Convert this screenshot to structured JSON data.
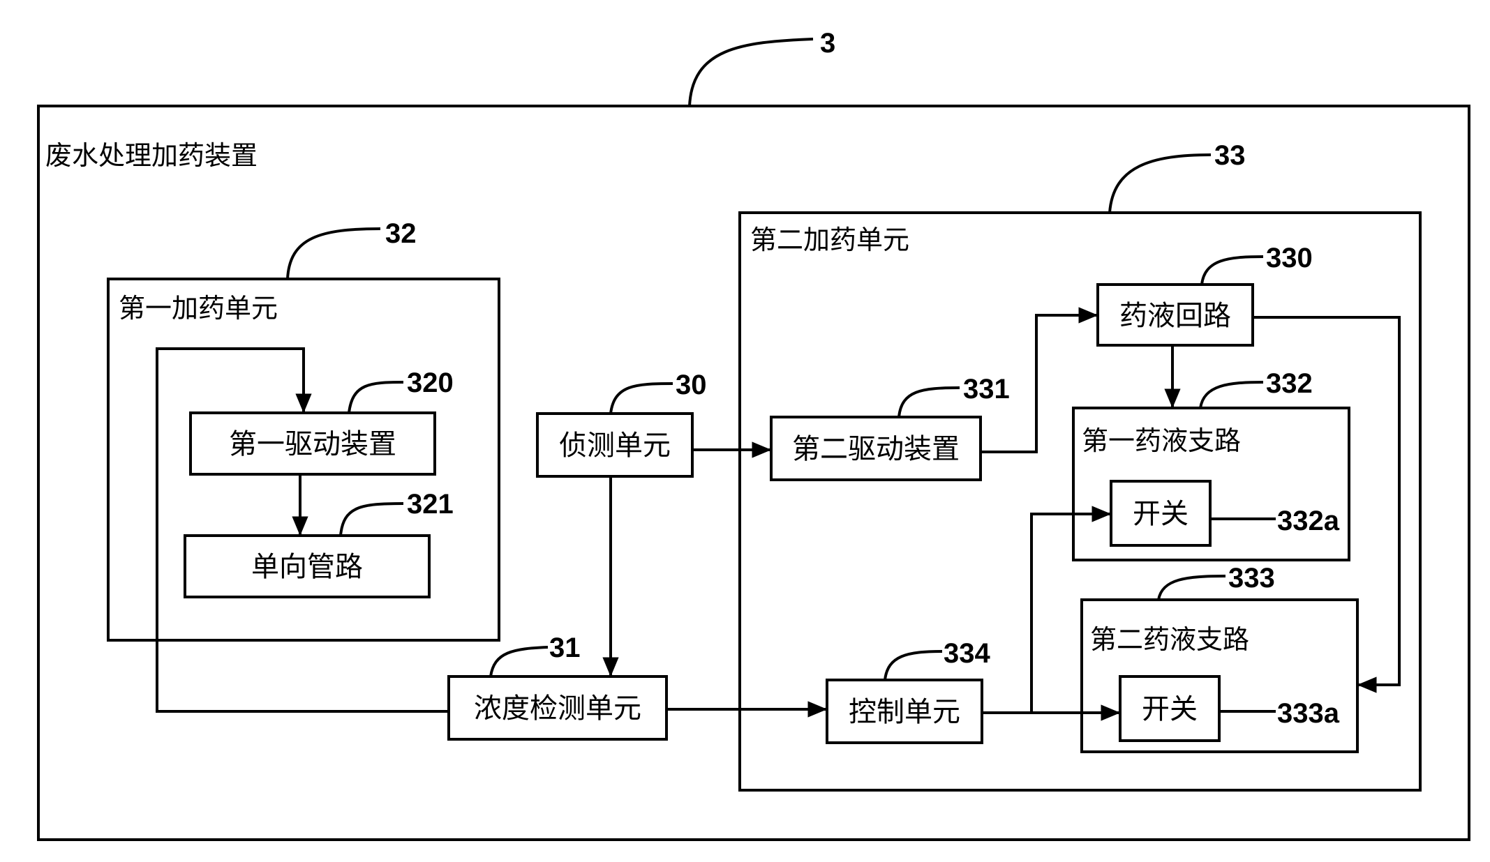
{
  "device": {
    "title": "废水处理加药装置",
    "ref": "3"
  },
  "unit_first": {
    "title": "第一加药单元",
    "ref": "32",
    "drive": {
      "label": "第一驱动装置",
      "ref": "320"
    },
    "pipe": {
      "label": "单向管路",
      "ref": "321"
    }
  },
  "detect": {
    "label": "侦测单元",
    "ref": "30"
  },
  "concentration": {
    "label": "浓度检测单元",
    "ref": "31"
  },
  "unit_second": {
    "title": "第二加药单元",
    "ref": "33",
    "drive": {
      "label": "第二驱动装置",
      "ref": "331"
    },
    "loop": {
      "label": "药液回路",
      "ref": "330"
    },
    "branch1": {
      "title": "第一药液支路",
      "ref": "332",
      "switch_label": "开关",
      "switch_ref": "332a"
    },
    "branch2": {
      "title": "第二药液支路",
      "ref": "333",
      "switch_label": "开关",
      "switch_ref": "333a"
    },
    "control": {
      "label": "控制单元",
      "ref": "334"
    }
  },
  "colors": {
    "line": "#000000",
    "background": "#ffffff"
  }
}
